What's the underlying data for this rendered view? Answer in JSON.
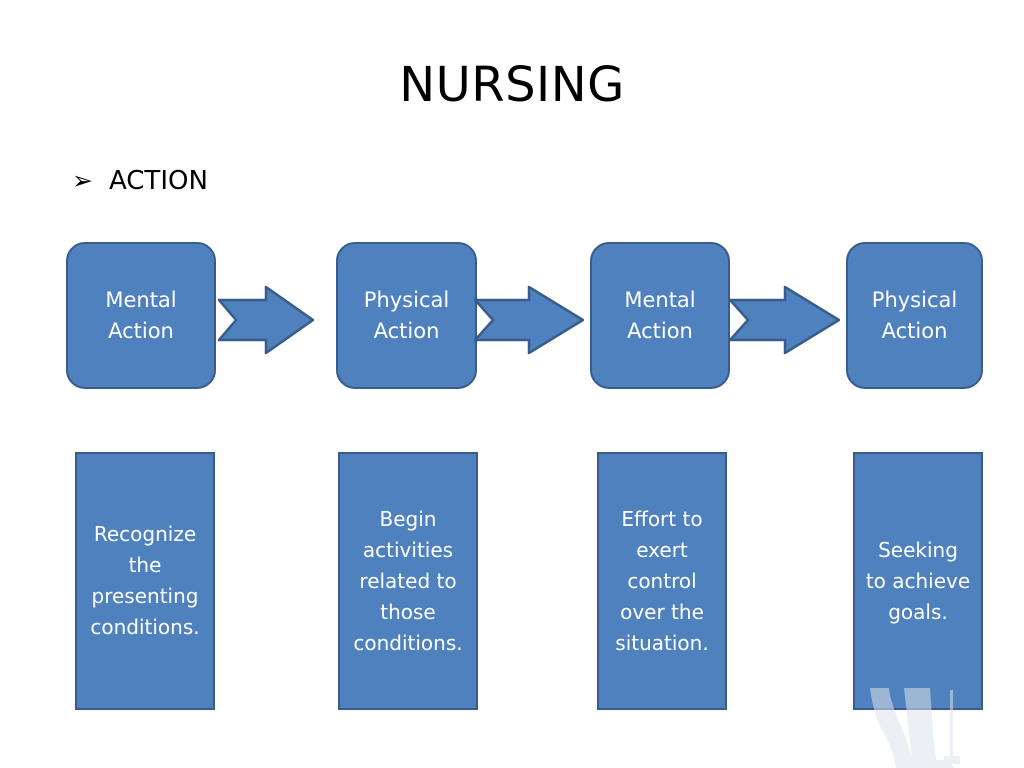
{
  "slide": {
    "title": "NURSING",
    "background_color": "#FFFFFF",
    "shape_fill_color": "#4E81BD",
    "shape_border_color": "#385D8A",
    "shape_text_color": "#FFFFFF",
    "title_color": "#000000"
  },
  "bullet": {
    "glyph": "➢",
    "text": "ACTION"
  },
  "flow": {
    "steps": [
      {
        "label": "Mental\nAction",
        "description": "Recognize\nthe\npresenting\nconditions."
      },
      {
        "label": "Physical\nAction",
        "description": "Begin\nactivities\nrelated to\nthose\nconditions."
      },
      {
        "label": "Mental\nAction",
        "description": "Effort to\nexert\ncontrol\nover the\nsituation."
      },
      {
        "label": "Physical\nAction",
        "description": "Seeking\nto achieve\ngoals."
      }
    ],
    "connectors": [
      {
        "icon": "right-arrow-icon"
      },
      {
        "icon": "right-arrow-icon"
      },
      {
        "icon": "right-arrow-icon"
      }
    ]
  },
  "watermark": {
    "icon": "walking-person-silhouette-icon",
    "color": "#DDE2EC"
  }
}
